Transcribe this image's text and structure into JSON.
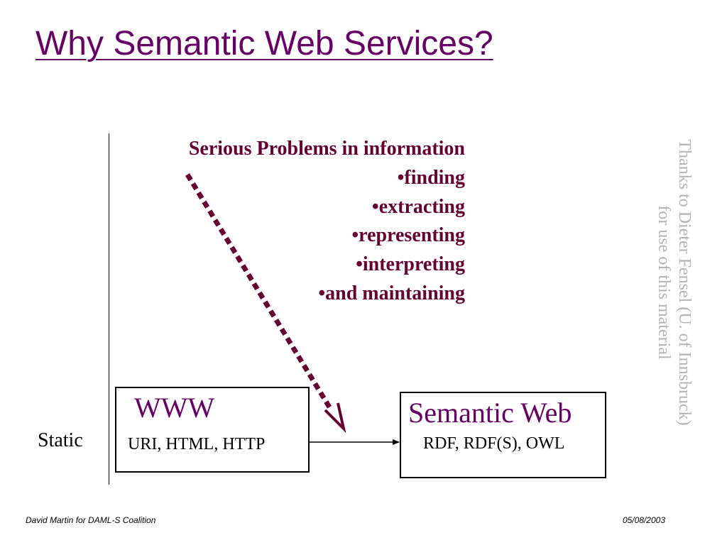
{
  "title": "Why Semantic Web Services?",
  "problems": {
    "heading": "Serious Problems in information",
    "items": [
      "•finding",
      "•extracting",
      "•representing",
      "•interpreting",
      "•and maintaining"
    ]
  },
  "static_label": "Static",
  "www_box": {
    "title": "WWW",
    "subtitle": "URI, HTML, HTTP"
  },
  "semantic_box": {
    "title": "Semantic Web",
    "subtitle": "RDF, RDF(S), OWL"
  },
  "credit": {
    "line1": "Thanks to Dieter Fensel (U. of Innsbruck)",
    "line2": "for use of this material"
  },
  "footer": {
    "left": "David Martin for DAML-S Coalition",
    "right": "05/08/2003"
  },
  "colors": {
    "title": "#660066",
    "problems_text": "#660033",
    "dashed_arrow": "#660033",
    "box_title": "#660066",
    "credit_text": "#b3b3b3"
  }
}
